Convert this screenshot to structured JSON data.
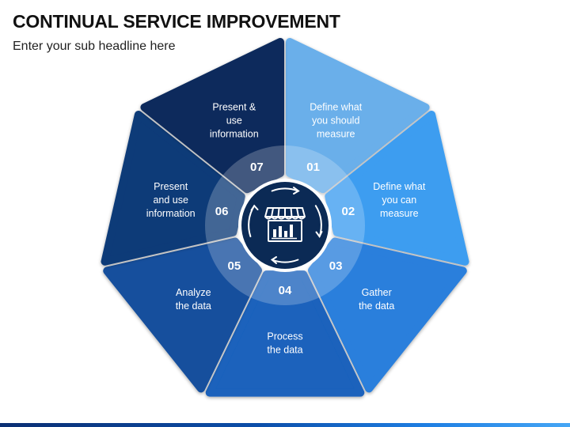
{
  "header": {
    "title": "CONTINUAL SERVICE IMPROVEMENT",
    "subtitle": "Enter your sub headline here"
  },
  "center_icon": "shop-analytics-icon",
  "segments": [
    {
      "number": "01",
      "lines": [
        "Define what",
        "you should",
        "measure"
      ],
      "color": "#6aafea"
    },
    {
      "number": "02",
      "lines": [
        "Define what",
        "you can",
        "measure"
      ],
      "color": "#3d9df0"
    },
    {
      "number": "03",
      "lines": [
        "Gather",
        "the data"
      ],
      "color": "#2a7fdc"
    },
    {
      "number": "04",
      "lines": [
        "Process",
        "the data"
      ],
      "color": "#1a62bc"
    },
    {
      "number": "05",
      "lines": [
        "Analyze",
        "the data"
      ],
      "color": "#14509d"
    },
    {
      "number": "06",
      "lines": [
        "Present",
        "and use",
        "information"
      ],
      "color": "#0d3a78"
    },
    {
      "number": "07",
      "lines": [
        "Present &",
        "use",
        "information"
      ],
      "color": "#082a5c"
    }
  ]
}
